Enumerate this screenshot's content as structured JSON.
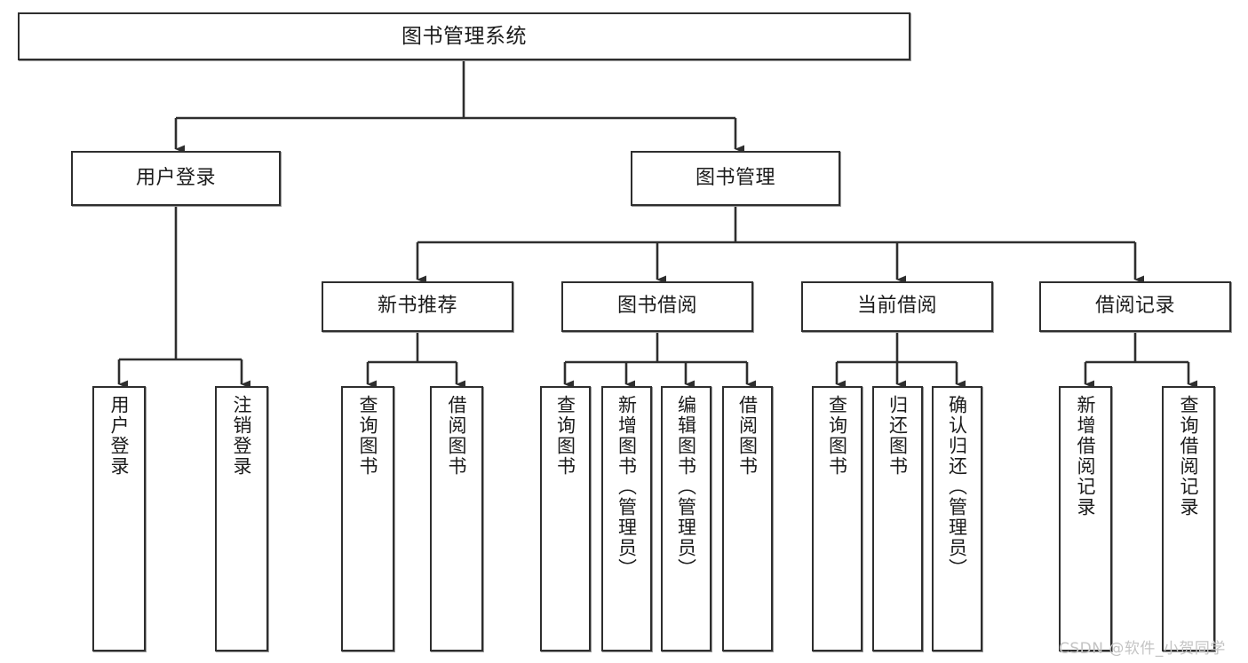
{
  "diagram": {
    "title": "图书管理系统",
    "type": "tree-hierarchy",
    "nodes": {
      "root": {
        "label": "图书管理系统"
      },
      "user_login": {
        "label": "用户登录"
      },
      "book_manage": {
        "label": "图书管理"
      },
      "new_book_rec": {
        "label": "新书推荐"
      },
      "book_borrow": {
        "label": "图书借阅"
      },
      "current_borrow": {
        "label": "当前借阅"
      },
      "borrow_record": {
        "label": "借阅记录"
      },
      "leaf_user_login": {
        "label": "用户登录"
      },
      "leaf_user_logout": {
        "label": "注销登录"
      },
      "leaf_query_book_1": {
        "label": "查询图书"
      },
      "leaf_borrow_book_1": {
        "label": "借阅图书"
      },
      "leaf_query_book_2": {
        "label": "查询图书"
      },
      "leaf_add_book_admin": {
        "label": "新增图书（管理员）"
      },
      "leaf_edit_book_admin": {
        "label": "编辑图书（管理员）"
      },
      "leaf_borrow_book_2": {
        "label": "借阅图书"
      },
      "leaf_query_book_3": {
        "label": "查询图书"
      },
      "leaf_return_book": {
        "label": "归还图书"
      },
      "leaf_confirm_return_admin": {
        "label": "确认归还（管理员）"
      },
      "leaf_add_record": {
        "label": "新增借阅记录"
      },
      "leaf_query_record": {
        "label": "查询借阅记录"
      }
    },
    "edges": [
      {
        "from": "root",
        "to": "user_login"
      },
      {
        "from": "root",
        "to": "book_manage"
      },
      {
        "from": "user_login",
        "to": "leaf_user_login"
      },
      {
        "from": "user_login",
        "to": "leaf_user_logout"
      },
      {
        "from": "book_manage",
        "to": "new_book_rec"
      },
      {
        "from": "book_manage",
        "to": "book_borrow"
      },
      {
        "from": "book_manage",
        "to": "current_borrow"
      },
      {
        "from": "book_manage",
        "to": "borrow_record"
      },
      {
        "from": "new_book_rec",
        "to": "leaf_query_book_1"
      },
      {
        "from": "new_book_rec",
        "to": "leaf_borrow_book_1"
      },
      {
        "from": "book_borrow",
        "to": "leaf_query_book_2"
      },
      {
        "from": "book_borrow",
        "to": "leaf_add_book_admin"
      },
      {
        "from": "book_borrow",
        "to": "leaf_edit_book_admin"
      },
      {
        "from": "book_borrow",
        "to": "leaf_borrow_book_2"
      },
      {
        "from": "current_borrow",
        "to": "leaf_query_book_3"
      },
      {
        "from": "current_borrow",
        "to": "leaf_return_book"
      },
      {
        "from": "current_borrow",
        "to": "leaf_confirm_return_admin"
      },
      {
        "from": "borrow_record",
        "to": "leaf_add_record"
      },
      {
        "from": "borrow_record",
        "to": "leaf_query_record"
      }
    ]
  },
  "watermark": {
    "text": "CSDN @软件_小贺同学"
  },
  "colors": {
    "stroke": "#2e2e2e",
    "fill": "#ffffff",
    "text": "#1b1b1b",
    "watermark": "#c4c4c4"
  }
}
